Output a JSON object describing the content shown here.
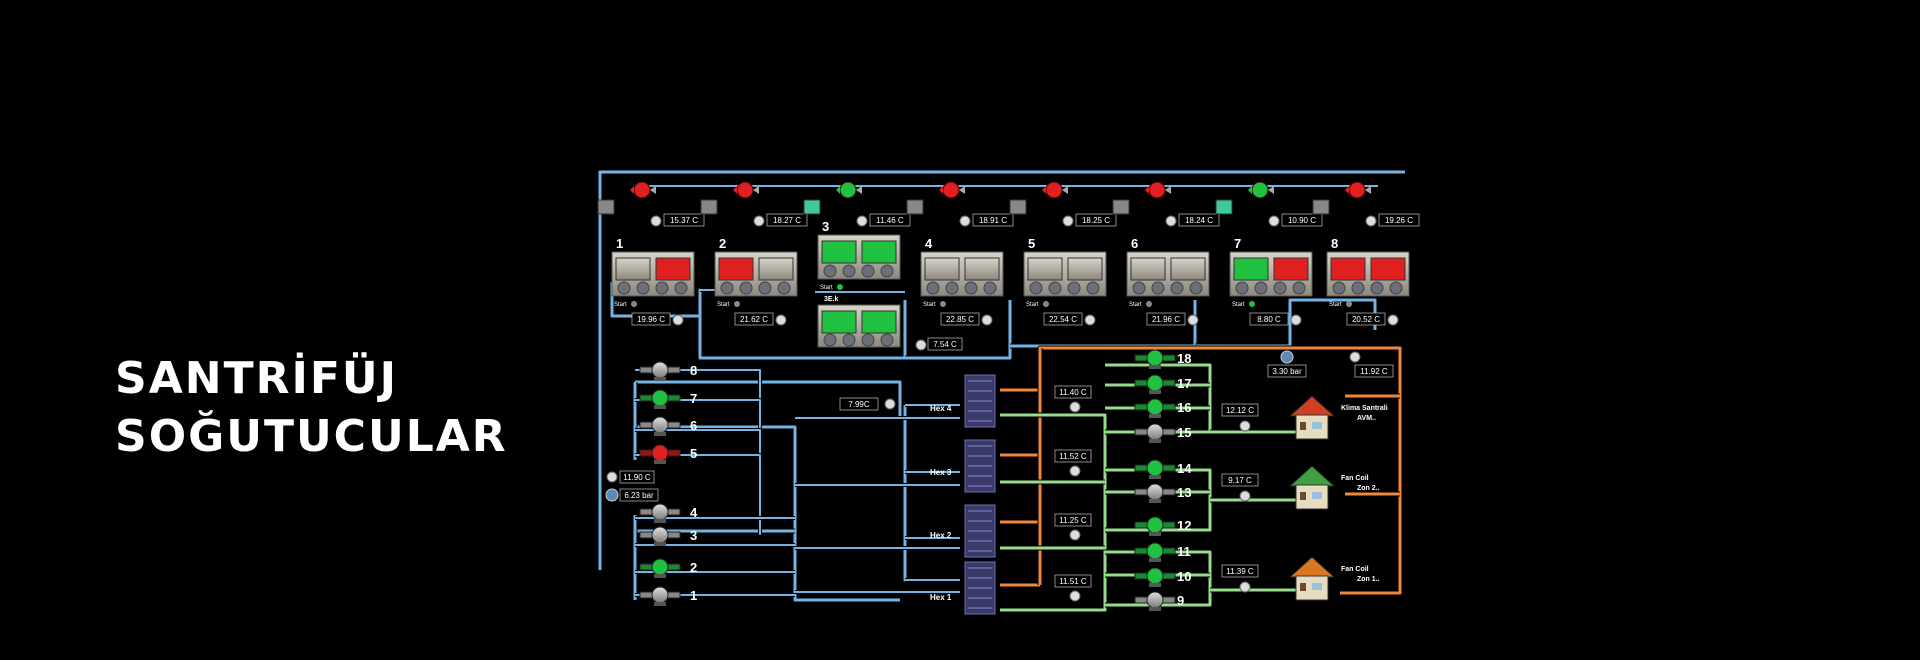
{
  "title": {
    "line1": "SANTRİFÜJ",
    "line2": "SOĞUTUCULAR"
  },
  "colors": {
    "background": "#000000",
    "pipe_blue": "#74b4e4",
    "pipe_orange": "#f0883c",
    "pipe_green": "#96dc8c",
    "alarm_red": "#e02020",
    "running_green": "#20c040"
  },
  "chillers": [
    {
      "id": "1",
      "supply_temp": "15.37 C",
      "return_temp": "19.96 C",
      "start_label": "Start",
      "panels": [
        "gray",
        "red"
      ],
      "valve": "red"
    },
    {
      "id": "2",
      "supply_temp": "18.27 C",
      "return_temp": "21.62 C",
      "start_label": "Start",
      "panels": [
        "red",
        "gray"
      ],
      "valve": "red"
    },
    {
      "id": "3",
      "supply_temp": "11.46 C",
      "return_temp": "",
      "start_label": "Start",
      "panels": [
        "green",
        "green"
      ],
      "valve": "green"
    },
    {
      "id": "4",
      "supply_temp": "18.91 C",
      "return_temp": "22.85 C",
      "start_label": "Start",
      "panels": [
        "gray",
        "gray"
      ],
      "valve": "red"
    },
    {
      "id": "5",
      "supply_temp": "18.25 C",
      "return_temp": "22.54 C",
      "start_label": "Start",
      "panels": [
        "gray",
        "gray"
      ],
      "valve": "red"
    },
    {
      "id": "6",
      "supply_temp": "18.24 C",
      "return_temp": "21.96 C",
      "start_label": "Start",
      "panels": [
        "gray",
        "gray"
      ],
      "valve": "red"
    },
    {
      "id": "7",
      "supply_temp": "10.90 C",
      "return_temp": "8.80 C",
      "start_label": "Start",
      "panels": [
        "green",
        "red"
      ],
      "valve": "green"
    },
    {
      "id": "8",
      "supply_temp": "19.26 C",
      "return_temp": "20.52 C",
      "start_label": "Start",
      "panels": [
        "red",
        "red"
      ],
      "valve": "red"
    }
  ],
  "chiller_3b": {
    "id": "3E.k",
    "temp": "7.54 C",
    "panels": [
      "green",
      "green"
    ]
  },
  "primary_pumps": [
    {
      "id": "8",
      "state": "off"
    },
    {
      "id": "7",
      "state": "on"
    },
    {
      "id": "6",
      "state": "off"
    },
    {
      "id": "5",
      "state": "fault"
    },
    {
      "id": "4",
      "state": "off"
    },
    {
      "id": "3",
      "state": "off"
    },
    {
      "id": "2",
      "state": "on"
    },
    {
      "id": "1",
      "state": "off"
    }
  ],
  "header_readings": {
    "temp": "11.90 C",
    "pressure": "6.23 bar",
    "hex_in_temp": "7.99C"
  },
  "heat_exchangers": [
    {
      "label": "Hex 4",
      "outlet_temp": "11.40 C"
    },
    {
      "label": "Hex 3",
      "outlet_temp": "11.52 C"
    },
    {
      "label": "Hex 2",
      "outlet_temp": "11.25 C"
    },
    {
      "label": "Hex 1",
      "outlet_temp": "11.51 C"
    }
  ],
  "secondary_pumps": [
    {
      "id": "18",
      "state": "on"
    },
    {
      "id": "17",
      "state": "on"
    },
    {
      "id": "16",
      "state": "on"
    },
    {
      "id": "15",
      "state": "off"
    },
    {
      "id": "14",
      "state": "on"
    },
    {
      "id": "13",
      "state": "off"
    },
    {
      "id": "12",
      "state": "on"
    },
    {
      "id": "11",
      "state": "on"
    },
    {
      "id": "10",
      "state": "on"
    },
    {
      "id": "9",
      "state": "off"
    }
  ],
  "secondary_readings": {
    "pressure": "3.30 bar",
    "temp": "11.92 C"
  },
  "consumers": [
    {
      "name_line1": "Klima Santrali",
      "name_line2": "AVM..",
      "supply_temp": "12.12 C",
      "roof": "red"
    },
    {
      "name_line1": "Fan Coil",
      "name_line2": "Zon 2..",
      "supply_temp": "9.17 C",
      "roof": "green"
    },
    {
      "name_line1": "Fan Coil",
      "name_line2": "Zon 1..",
      "supply_temp": "11.39 C",
      "roof": "orange"
    }
  ]
}
